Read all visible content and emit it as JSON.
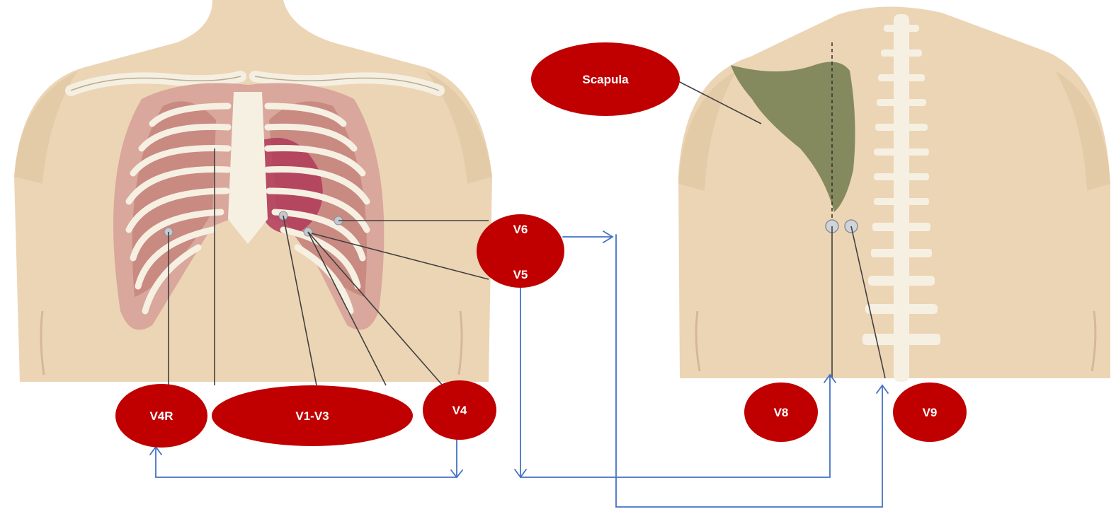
{
  "labels": {
    "scapula": "Scapula",
    "v6": "V6",
    "v5": "V5",
    "v4r": "V4R",
    "v1_v3": "V1-V3",
    "v4": "V4",
    "v8": "V8",
    "v9": "V9"
  },
  "colors": {
    "label_fill": "#c00000",
    "connector": "#4472c4",
    "leader": "#404040",
    "skin": "#ecd5b5",
    "scapula": "#848a5e",
    "spine": "#f6f0e2"
  }
}
